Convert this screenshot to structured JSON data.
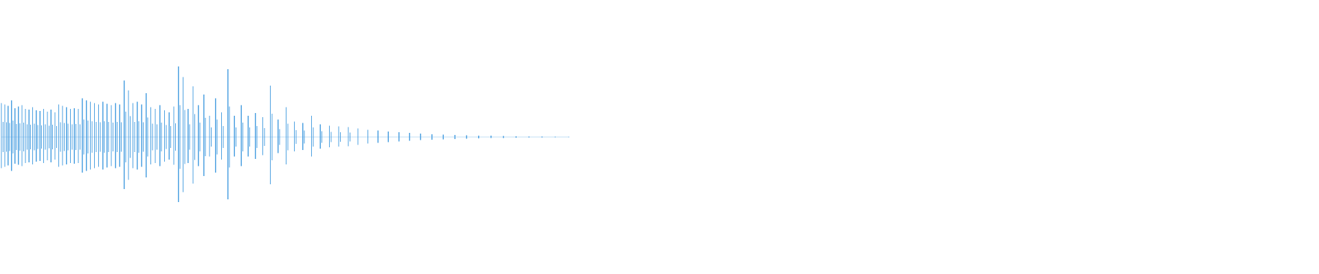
{
  "waveform": {
    "color": "#4a9fe0",
    "background": "#ffffff",
    "peaks": [
      0.48,
      0.46,
      0.44,
      0.52,
      0.41,
      0.43,
      0.45,
      0.4,
      0.39,
      0.42,
      0.38,
      0.37,
      0.4,
      0.36,
      0.39,
      0.35,
      0.46,
      0.44,
      0.42,
      0.4,
      0.41,
      0.4,
      0.55,
      0.52,
      0.5,
      0.48,
      0.46,
      0.5,
      0.47,
      0.45,
      0.48,
      0.46,
      0.8,
      0.66,
      0.48,
      0.5,
      0.46,
      0.62,
      0.42,
      0.4,
      0.45,
      0.38,
      0.35,
      0.43,
      1.0,
      0.85,
      0.4,
      0.72,
      0.45,
      0.6,
      0.3,
      0.55,
      0.35,
      0.96,
      0.3,
      0.45,
      0.3,
      0.34,
      0.28,
      0.73,
      0.25,
      0.42,
      0.22,
      0.2,
      0.3,
      0.18,
      0.16,
      0.15,
      0.14,
      0.12,
      0.1,
      0.09,
      0.08,
      0.07,
      0.06,
      0.05,
      0.04,
      0.035,
      0.03,
      0.025,
      0.02,
      0.018,
      0.015,
      0.012,
      0.01,
      0.008,
      0.006,
      0.005
    ]
  }
}
